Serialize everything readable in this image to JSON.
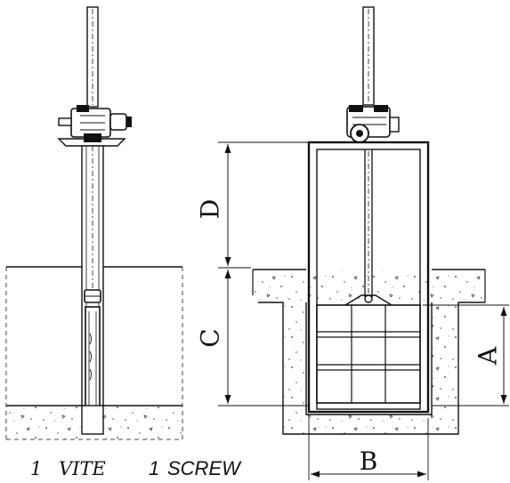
{
  "labels": {
    "dim_d": "D",
    "dim_c": "C",
    "dim_a": "A",
    "dim_b": "B"
  },
  "captions": {
    "number_left": "1",
    "vite": "VITE",
    "number_right": "1",
    "screw": "SCREW"
  },
  "colors": {
    "line": "#111111",
    "background": "#ffffff"
  }
}
